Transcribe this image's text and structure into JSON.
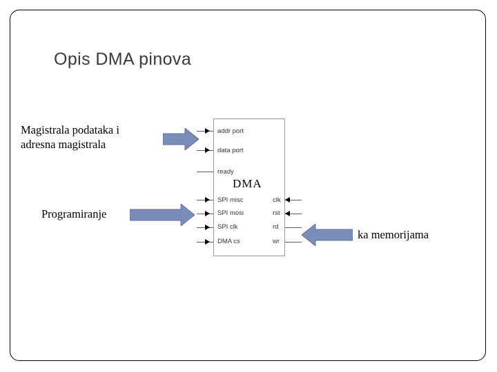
{
  "slide": {
    "title": "Opis DMA pinova",
    "background_color": "#ffffff",
    "title_color": "#3a3a3a",
    "frame_color": "#000000"
  },
  "annotations": {
    "bus_label_line1": "Magistrala podataka i",
    "bus_label_line2": "adresna magistrala",
    "programming_label": "Programiranje",
    "memory_label": "ka memorijama"
  },
  "chip": {
    "name": "DMA",
    "border_color": "#9a9a9a",
    "fill_color": "#ffffff",
    "left_pins": [
      {
        "label": "addr port",
        "direction": "in"
      },
      {
        "label": "data port",
        "direction": "in"
      },
      {
        "label": "ready",
        "direction": "none"
      },
      {
        "label": "SPI misc",
        "direction": "in"
      },
      {
        "label": "SPI mosi",
        "direction": "in"
      },
      {
        "label": "SPI clk",
        "direction": "in"
      },
      {
        "label": "DMA cs",
        "direction": "in"
      }
    ],
    "right_pins": [
      {
        "label": "clk",
        "direction": "out"
      },
      {
        "label": "rst",
        "direction": "out"
      },
      {
        "label": "rd",
        "direction": "none"
      },
      {
        "label": "wr",
        "direction": "none"
      }
    ]
  },
  "block_arrows": [
    {
      "name": "bus-arrow",
      "direction": "right",
      "color": "#7a8cb8"
    },
    {
      "name": "programming-arrow",
      "direction": "right",
      "color": "#7a8cb8"
    },
    {
      "name": "memory-arrow",
      "direction": "left",
      "color": "#7a8cb8"
    }
  ]
}
